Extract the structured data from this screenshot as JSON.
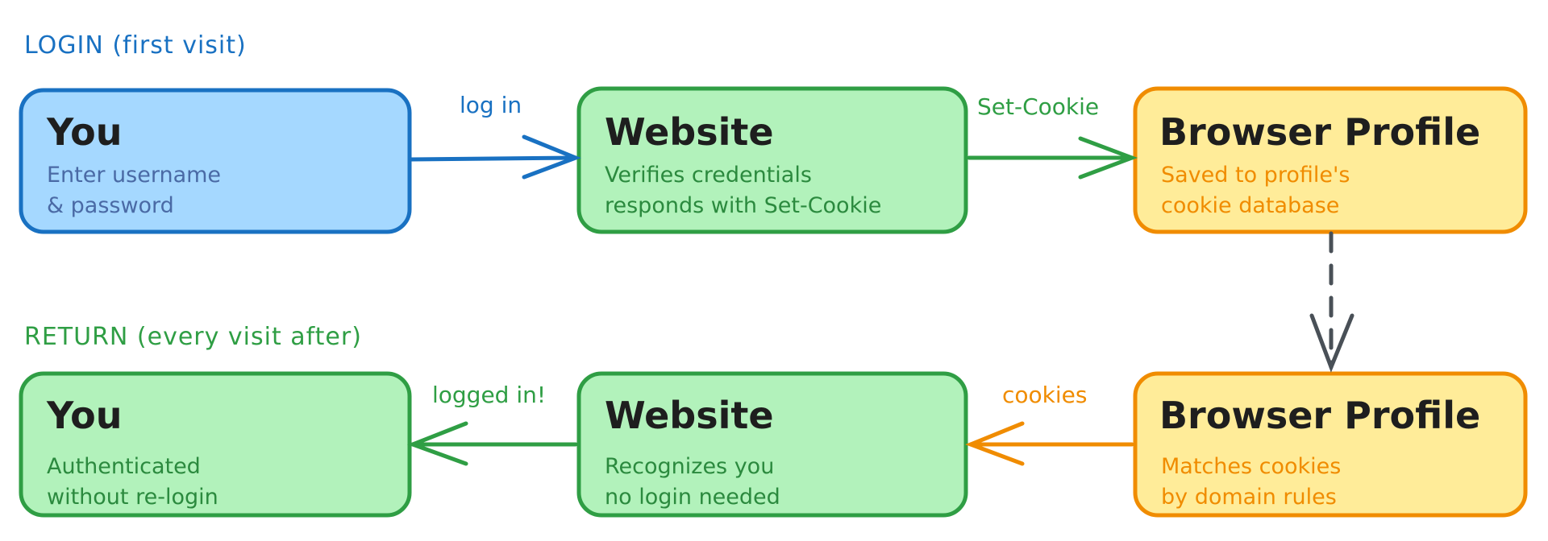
{
  "sections": {
    "login": "LOGIN  (first visit)",
    "return": "RETURN  (every visit after)"
  },
  "login_row": [
    {
      "title": "You",
      "lines": [
        "Enter username",
        "& password"
      ]
    },
    {
      "title": "Website",
      "lines": [
        "Verifies credentials",
        "responds with Set-Cookie"
      ]
    },
    {
      "title": "Browser Profile",
      "lines": [
        "Saved to profile's",
        "cookie database"
      ]
    }
  ],
  "return_row": [
    {
      "title": "You",
      "lines": [
        "Authenticated",
        "without re-login"
      ]
    },
    {
      "title": "Website",
      "lines": [
        "Recognizes you",
        "no login needed"
      ]
    },
    {
      "title": "Browser Profile",
      "lines": [
        "Matches cookies",
        "by domain rules"
      ]
    }
  ],
  "edges": {
    "log_in": "log in",
    "set_cookie": "Set-Cookie",
    "cookies": "cookies",
    "logged_in": "logged in!"
  },
  "colors": {
    "blue_stroke": "#1971c2",
    "blue_fill": "#a5d8ff",
    "green_stroke": "#2f9e44",
    "green_fill": "#b2f2bb",
    "orange_stroke": "#f08c00",
    "orange_fill": "#ffec99",
    "gray": "#495057"
  }
}
